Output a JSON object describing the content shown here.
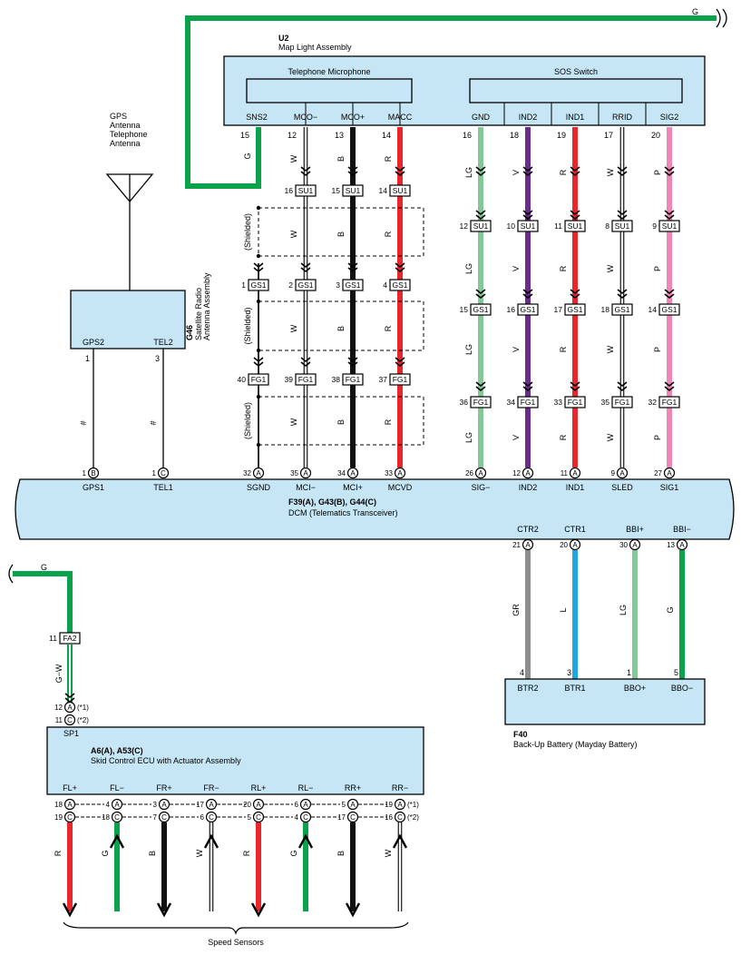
{
  "colors": {
    "W": "#ffffff",
    "B": "#111111",
    "R": "#e8262b",
    "LG": "#86c797",
    "V": "#6a2d8e",
    "P": "#ef86b6",
    "G": "#0aa34c",
    "GR": "#8e8e8e",
    "L": "#1fa7e0",
    "box": "#c6e6f5"
  },
  "top_wire": {
    "color": "G",
    "label": "G"
  },
  "u2": {
    "code": "U2",
    "name": "Map Light Assembly",
    "left_sub": "Telephone Microphone",
    "right_sub": "SOS Switch",
    "pins": [
      {
        "term": "SNS2",
        "pin": "15",
        "color": "G"
      },
      {
        "term": "MCO−",
        "pin": "12",
        "color": "W"
      },
      {
        "term": "MCO+",
        "pin": "13",
        "color": "B"
      },
      {
        "term": "MACC",
        "pin": "14",
        "color": "R"
      },
      {
        "term": "GND",
        "pin": "16",
        "color": "LG"
      },
      {
        "term": "IND2",
        "pin": "18",
        "color": "V"
      },
      {
        "term": "IND1",
        "pin": "19",
        "color": "R"
      },
      {
        "term": "RRID",
        "pin": "17",
        "color": "W"
      },
      {
        "term": "SIG2",
        "pin": "20",
        "color": "P"
      }
    ]
  },
  "gps": {
    "antenna_label": [
      "GPS",
      "Antenna",
      "Telephone",
      "Antenna"
    ],
    "code": "G46",
    "name": [
      "Satellite Radio",
      "Antenna Assembly"
    ],
    "pins": [
      {
        "term": "GPS2",
        "pin": "1"
      },
      {
        "term": "TEL2",
        "pin": "3"
      }
    ]
  },
  "shielded_label": "(Shielded)",
  "su1": {
    "code": "SU1",
    "pins": [
      "16",
      "15",
      "14",
      "12",
      "10",
      "11",
      "8",
      "9"
    ]
  },
  "gs1": {
    "code": "GS1",
    "pins": [
      "1",
      "2",
      "3",
      "4",
      "15",
      "16",
      "17",
      "18",
      "14"
    ]
  },
  "fg1": {
    "code": "FG1",
    "pins": [
      "40",
      "39",
      "38",
      "37",
      "36",
      "34",
      "33",
      "35",
      "32"
    ]
  },
  "dcm": {
    "code": "F39(A), G43(B), G44(C)",
    "name": "DCM (Telematics Transceiver)",
    "pins": [
      {
        "term": "GPS1",
        "pin": "1",
        "letter": "B"
      },
      {
        "term": "TEL1",
        "pin": "1",
        "letter": "C"
      },
      {
        "term": "SGND",
        "pin": "32",
        "letter": "A"
      },
      {
        "term": "MCI−",
        "pin": "35",
        "letter": "A"
      },
      {
        "term": "MCI+",
        "pin": "34",
        "letter": "A"
      },
      {
        "term": "MCVD",
        "pin": "33",
        "letter": "A"
      },
      {
        "term": "SIG−",
        "pin": "26",
        "letter": "A"
      },
      {
        "term": "IND2",
        "pin": "12",
        "letter": "A"
      },
      {
        "term": "IND1",
        "pin": "11",
        "letter": "A"
      },
      {
        "term": "SLED",
        "pin": "9",
        "letter": "A"
      },
      {
        "term": "SIG1",
        "pin": "27",
        "letter": "A"
      }
    ],
    "bottom_pins": [
      {
        "term": "CTR2",
        "pin": "21",
        "letter": "A",
        "color": "GR"
      },
      {
        "term": "CTR1",
        "pin": "20",
        "letter": "A",
        "color": "L"
      },
      {
        "term": "BBI+",
        "pin": "30",
        "letter": "A",
        "color": "LG"
      },
      {
        "term": "BBI−",
        "pin": "13",
        "letter": "A",
        "color": "G"
      }
    ]
  },
  "battery": {
    "code": "F40",
    "name": "Back-Up Battery (Mayday Battery)",
    "pins": [
      {
        "term": "BTR2",
        "pin": "4"
      },
      {
        "term": "BTR1",
        "pin": "3"
      },
      {
        "term": "BBO+",
        "pin": "1"
      },
      {
        "term": "BBO−",
        "pin": "5"
      }
    ]
  },
  "lower_left": {
    "wire_label": "G",
    "fa2": {
      "code": "FA2",
      "pin": "11"
    },
    "gw_label": "G−W",
    "sp1": {
      "term": "SP1",
      "p1": "12",
      "p2": "11",
      "l1": "A",
      "l2": "C",
      "n1": "(*1)",
      "n2": "(*2)"
    }
  },
  "ecu": {
    "code": "A6(A), A53(C)",
    "name": "Skid Control ECU with Actuator Assembly",
    "pins": [
      {
        "term": "FL+",
        "a": "18",
        "c": "19",
        "color": "R",
        "dir": "down"
      },
      {
        "term": "FL−",
        "a": "4",
        "c": "18",
        "color": "G",
        "dir": "up"
      },
      {
        "term": "FR+",
        "a": "3",
        "c": "7",
        "color": "B",
        "dir": "down"
      },
      {
        "term": "FR−",
        "a": "17",
        "c": "6",
        "color": "W",
        "dir": "up"
      },
      {
        "term": "RL+",
        "a": "20",
        "c": "5",
        "color": "R",
        "dir": "down"
      },
      {
        "term": "RL−",
        "a": "6",
        "c": "4",
        "color": "G",
        "dir": "up"
      },
      {
        "term": "RR+",
        "a": "5",
        "c": "17",
        "color": "B",
        "dir": "down"
      },
      {
        "term": "RR−",
        "a": "19",
        "c": "16",
        "color": "W",
        "dir": "up"
      }
    ],
    "note1": "(*1)",
    "note2": "(*2)"
  },
  "speed_sensors": "Speed Sensors"
}
